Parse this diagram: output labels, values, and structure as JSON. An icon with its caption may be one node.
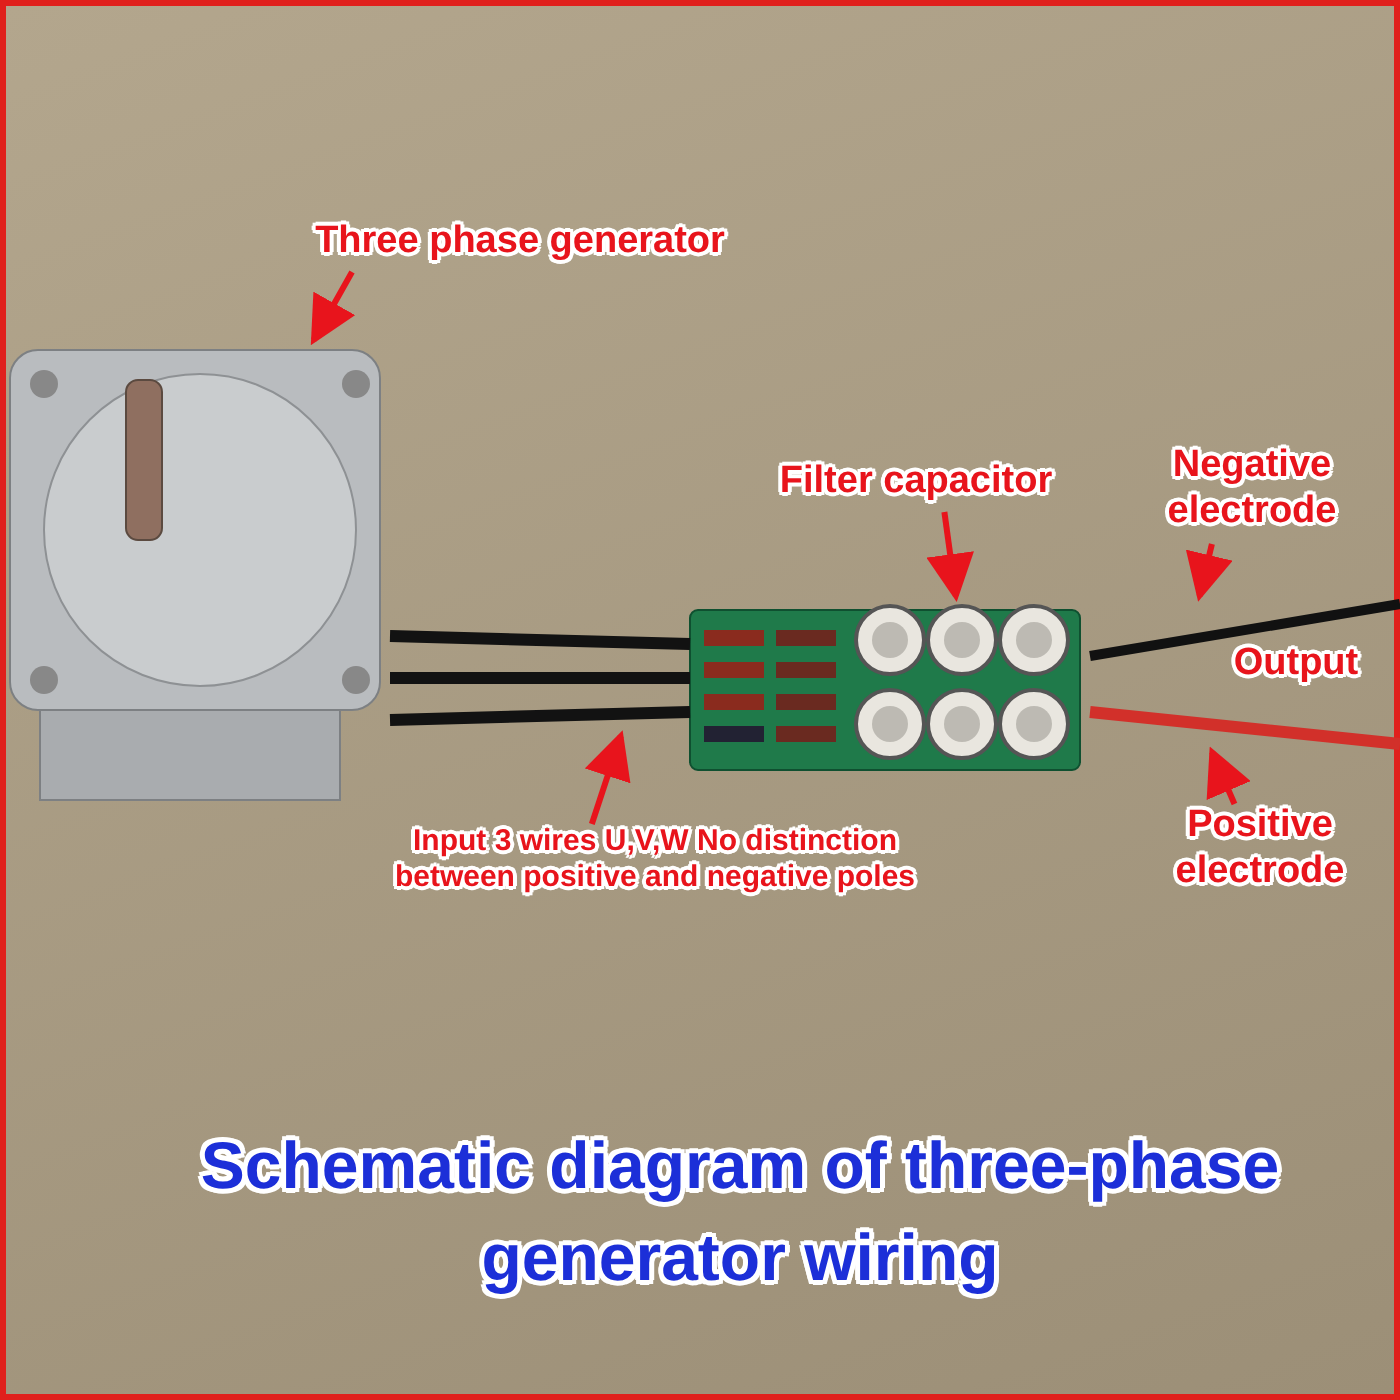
{
  "diagram": {
    "title": "Schematic diagram of three-phase generator wiring",
    "nodes": [
      {
        "text": [
          "Three phase generator"
        ]
      },
      {
        "text": [],
        "shape": "picture"
      },
      {
        "text": [
          "Filter capacitor"
        ]
      },
      {
        "text": [],
        "shape": "picture"
      },
      {
        "text": [
          "Negative electrode"
        ]
      },
      {
        "text": [],
        "shape": "picture"
      },
      {
        "text": [
          "Positive electrode"
        ]
      },
      {
        "text": [],
        "shape": "picture"
      },
      {
        "text": [
          "Input 3 wires U,V,W No distinction between positive and negative poles"
        ]
      },
      {
        "text": [],
        "shape": "picture"
      }
    ],
    "edges": [
      {
        "from": 0,
        "to": 1,
        "arrow": "to"
      },
      {
        "from": 2,
        "to": 3,
        "arrow": "to"
      },
      {
        "from": 4,
        "to": 5,
        "arrow": "to"
      },
      {
        "from": 6,
        "to": 7,
        "arrow": "to"
      },
      {
        "from": 8,
        "to": 9,
        "arrow": "to"
      }
    ],
    "labels": [
      "Output"
    ]
  }
}
